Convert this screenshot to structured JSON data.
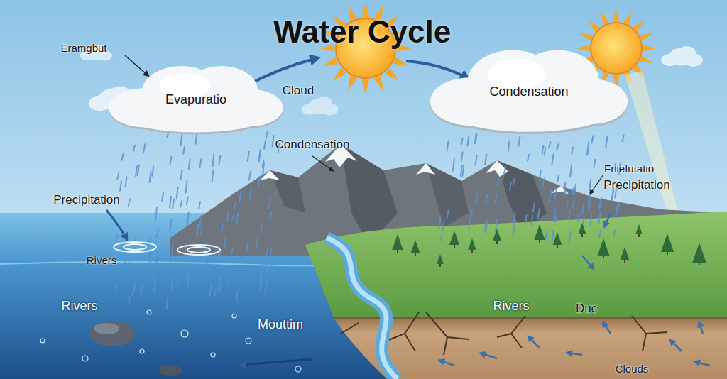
{
  "diagram": {
    "title": "Water Cycle",
    "nodes": [
      {
        "text": [
          "Evapuratio"
        ]
      },
      {
        "text": [
          "Condensation"
        ]
      }
    ],
    "labels": [
      "Eramgbut",
      "Cloud",
      "Condensation",
      "Fniefutatio",
      "Precipitation",
      "Precipitation",
      "Rivers",
      "Rivers",
      "Mouttim",
      "Rivers",
      "Duc",
      "Clouds"
    ]
  }
}
